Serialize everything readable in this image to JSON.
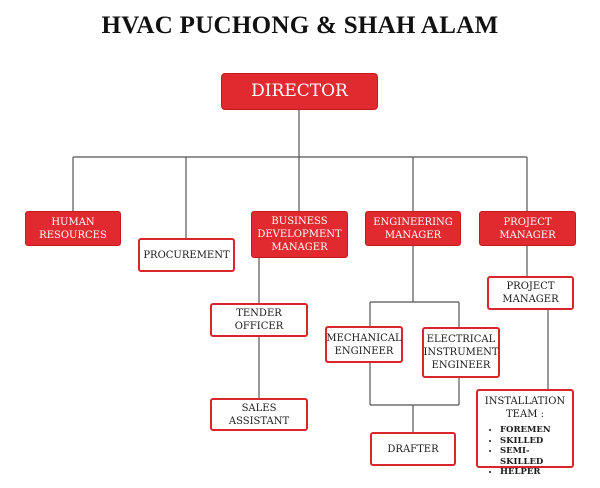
{
  "title": "HVAC PUCHONG & SHAH ALAM",
  "nodes": {
    "director": "DIRECTOR",
    "human_resources": "HUMAN\nRESOURCES",
    "procurement": "PROCUREMENT",
    "business_development_manager": "BUSINESS\nDEVELOPMENT\nMANAGER",
    "engineering_manager": "ENGINEERING\nMANAGER",
    "project_manager_red": "PROJECT\nMANAGER",
    "project_manager": "PROJECT\nMANAGER",
    "tender_officer": "TENDER OFFICER",
    "sales_assistant": "SALES ASSISTANT",
    "mechanical_engineer": "MECHANICAL\nENGINEER",
    "electrical_instrument_engineer": "ELECTRICAL\nINSTRUMENT\nENGINEER",
    "drafter": "DRAFTER",
    "installation_team": {
      "label": "INSTALLATION\nTEAM :",
      "members": [
        "FOREMEN",
        "SKILLED",
        "SEMI-SKILLED",
        "HELPER"
      ]
    }
  },
  "colors": {
    "red_fill": "#e02a2f",
    "red_border": "#d9252b",
    "connector": "#555555"
  }
}
